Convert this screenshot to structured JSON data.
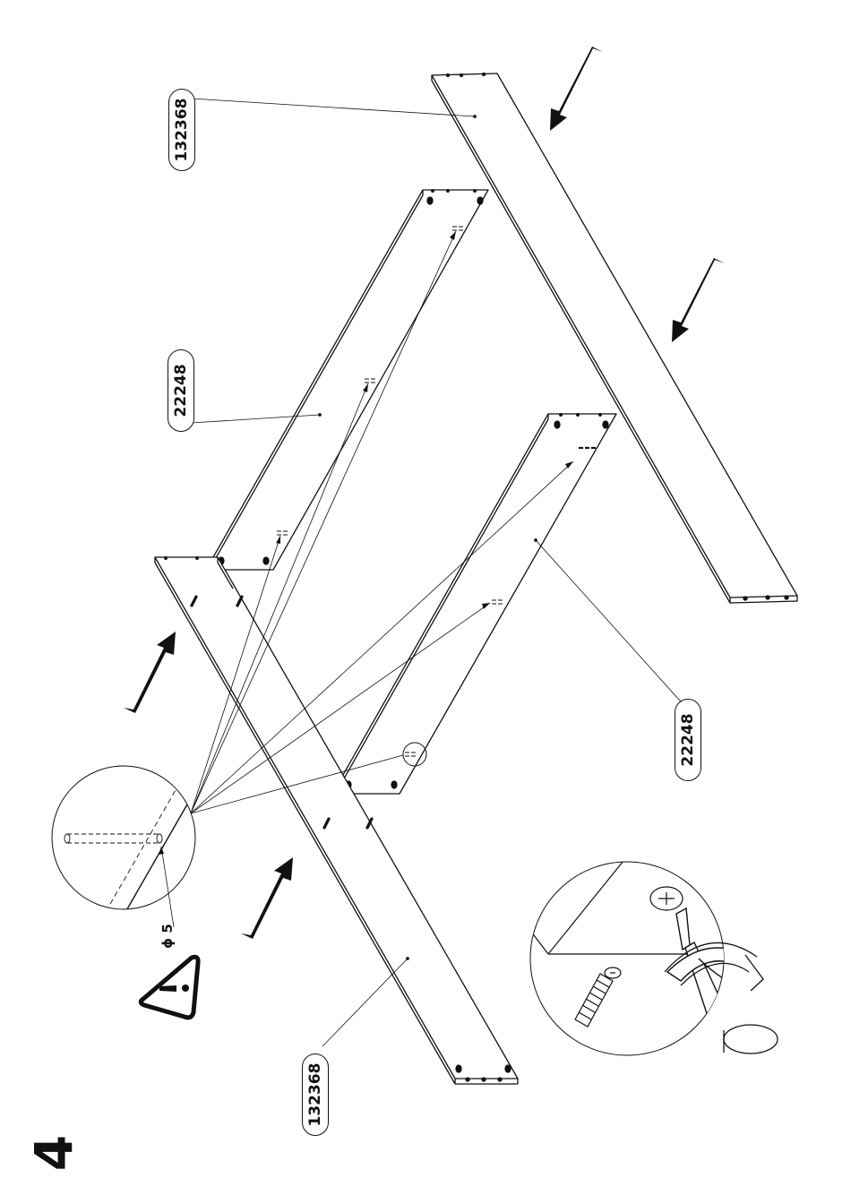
{
  "step": {
    "number": "4"
  },
  "parts": {
    "top_right_long": "132368",
    "middle_upper_short": "22248",
    "middle_lower_short": "22248",
    "bottom_left_long": "132368"
  },
  "detail": {
    "dowel_diameter": "ϕ 5"
  },
  "icons": {
    "warning": "warning-triangle-icon",
    "screwdriver": "screwdriver-icon",
    "assembly_arrow": "arrow-icon"
  },
  "colors": {
    "line": "#111111",
    "background": "#ffffff"
  }
}
